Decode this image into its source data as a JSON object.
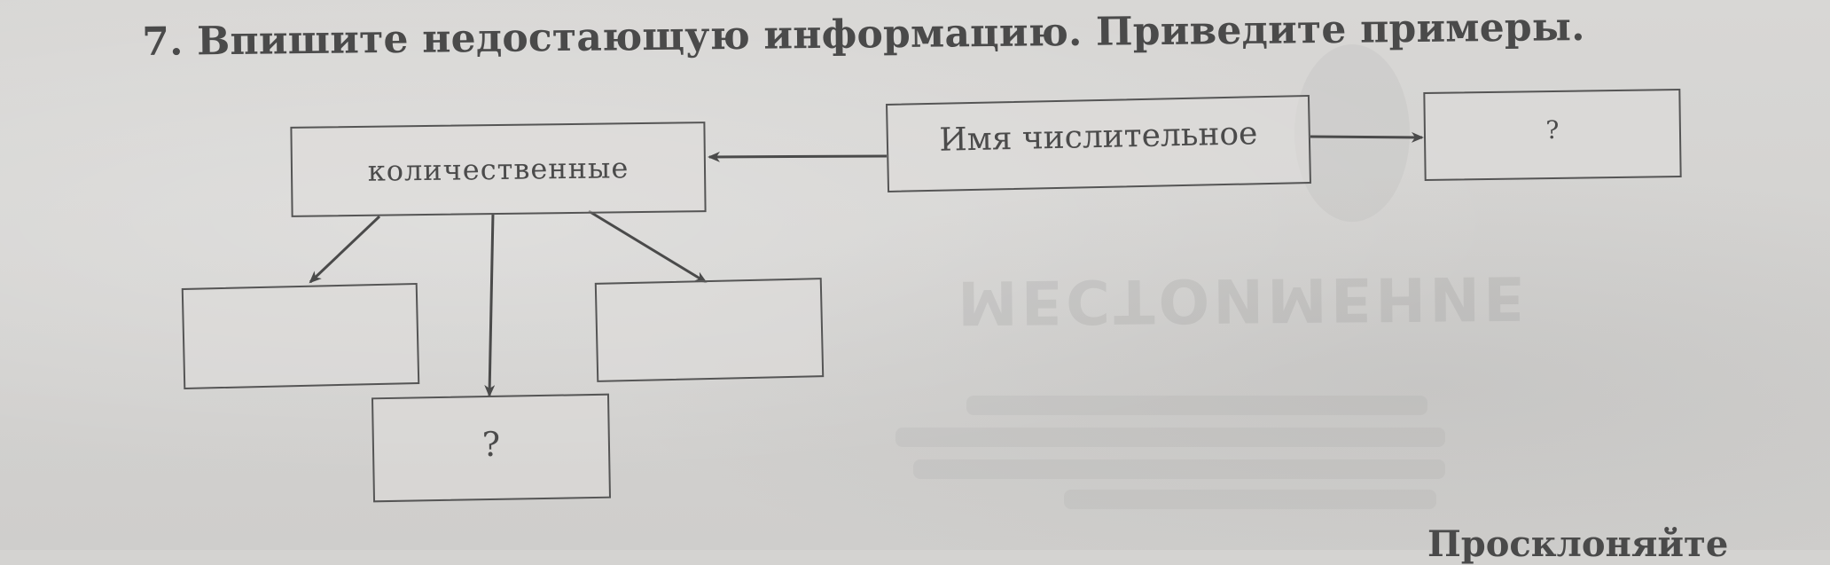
{
  "task": {
    "title": "7. Впишите недостающую информацию. Приведите примеры."
  },
  "diagram": {
    "center_label": "Имя числительное",
    "left_label": "количественные",
    "right_label": "?",
    "bottom_label": "?",
    "left_empty_label": "",
    "mid_right_empty_label": ""
  },
  "page_fragments": {
    "mirrored_text": "МЕСТОИМЕНИЕ",
    "partial_bottom": "Просклоняйте"
  },
  "colors": {
    "paper": "#d4d3d1",
    "ink": "#4a4a4a",
    "line": "#555555"
  }
}
